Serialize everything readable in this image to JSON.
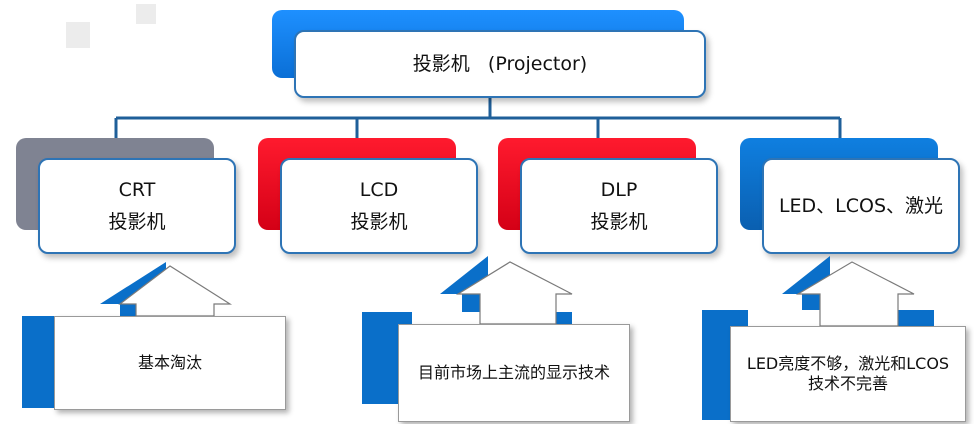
{
  "root": {
    "label": "投影机   (Projector)"
  },
  "categories": [
    {
      "line1": "CRT",
      "line2": "投影机",
      "tab_color": "#7f8392"
    },
    {
      "line1": "LCD",
      "line2": "投影机",
      "tab_color": "#e8001a"
    },
    {
      "line1": "DLP",
      "line2": "投影机",
      "tab_color": "#e8001a"
    },
    {
      "line1": "LED、LCOS、激光",
      "line2": "",
      "tab_color": "#0a6fc9"
    }
  ],
  "notes": [
    {
      "text": "基本淘汰"
    },
    {
      "text": "目前市场上主流的显示技术"
    },
    {
      "line1": "LED亮度不够，激光和LCOS",
      "line2": "技术不完善"
    }
  ],
  "colors": {
    "connector": "#1f5f99",
    "accent_blue": "#0a6fc9",
    "border": "#2e74b5"
  }
}
